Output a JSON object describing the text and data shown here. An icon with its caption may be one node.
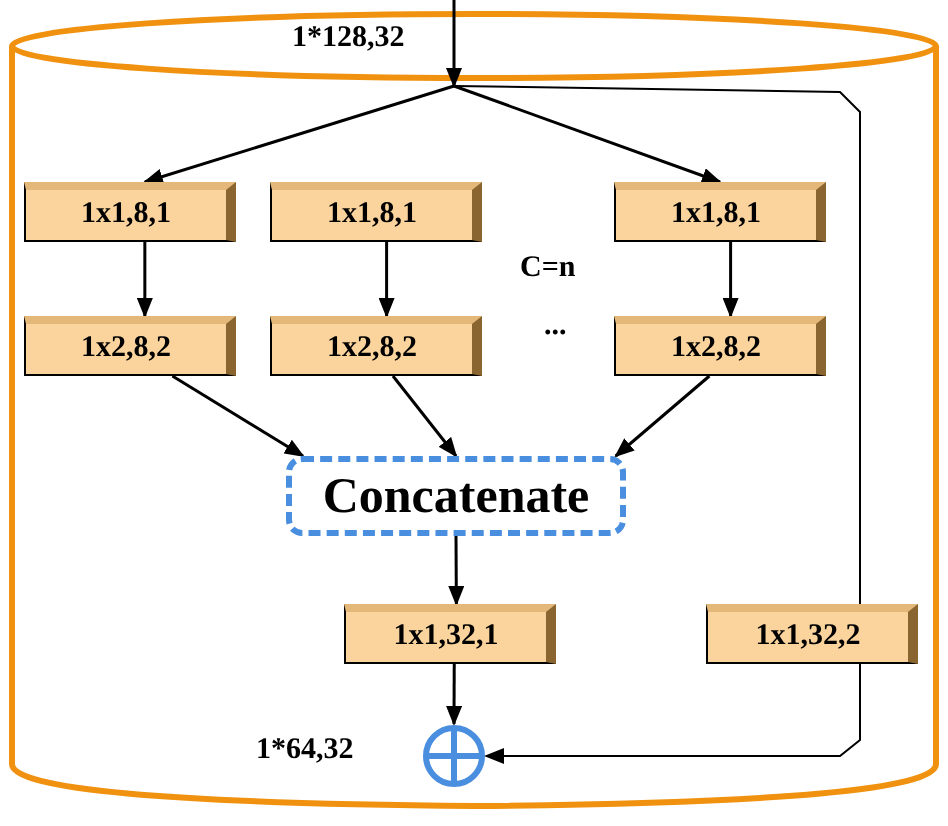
{
  "diagram": {
    "nodes": [
      {
        "text": [],
        "shape": "cylinder"
      },
      {
        "text": [
          "1x1,8,1"
        ],
        "in": 0
      },
      {
        "text": [
          "1x1,8,1"
        ],
        "in": 0
      },
      {
        "text": [
          "1x1,8,1"
        ],
        "in": 0
      },
      {
        "text": [
          "1x2,8,2"
        ],
        "in": 0
      },
      {
        "text": [
          "1x2,8,2"
        ],
        "in": 0
      },
      {
        "text": [
          "1x2,8,2"
        ],
        "in": 0
      },
      {
        "text": [
          "Concatenate"
        ],
        "in": 0
      },
      {
        "text": [
          "1x1,32,1"
        ],
        "in": 0
      },
      {
        "text": [
          "1x1,32,2"
        ],
        "in": 0
      },
      {
        "text": [],
        "shape": "circle",
        "in": 0
      }
    ],
    "edges": [
      {
        "from": null,
        "to": 1,
        "arrow": "to"
      },
      {
        "from": null,
        "to": 3,
        "arrow": "to"
      },
      {
        "from": 1,
        "to": 4,
        "arrow": "to"
      },
      {
        "from": 2,
        "to": 5,
        "arrow": "to"
      },
      {
        "from": 3,
        "to": 6,
        "arrow": "to"
      },
      {
        "from": 4,
        "to": 7,
        "arrow": "to"
      },
      {
        "from": 5,
        "to": 7,
        "arrow": "to"
      },
      {
        "from": 6,
        "to": 7,
        "arrow": "to"
      },
      {
        "from": 7,
        "to": 8,
        "arrow": "to"
      },
      {
        "from": 8,
        "to": 10,
        "arrow": "to"
      },
      {
        "from": null,
        "to": 10,
        "arrow": "to"
      }
    ],
    "labels": [
      "1*128,32",
      "C=n",
      "...",
      "1*64,32"
    ]
  }
}
